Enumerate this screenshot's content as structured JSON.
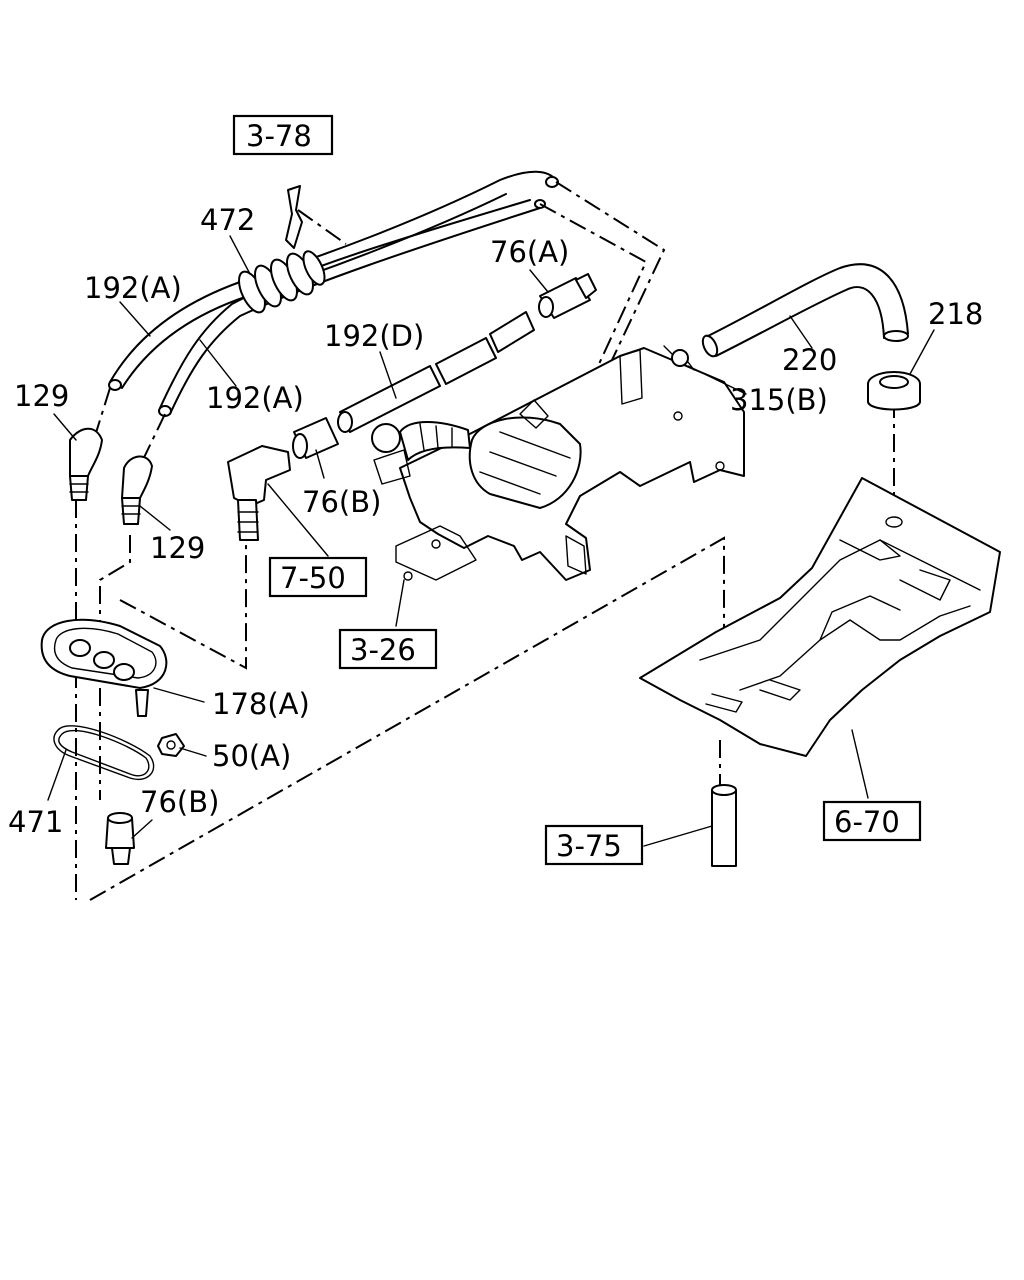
{
  "refs": {
    "r3_78": "3-78",
    "r7_50": "7-50",
    "r3_26": "3-26",
    "r6_70": "6-70",
    "r3_75": "3-75"
  },
  "parts": {
    "p472": "472",
    "p192a_top": "192(A)",
    "p192a_mid": "192(A)",
    "p76a": "76(A)",
    "p192d": "192(D)",
    "p129_left": "129",
    "p129_right": "129",
    "p76b_mid": "76(B)",
    "p220": "220",
    "p218": "218",
    "p315b": "315(B)",
    "p178a": "178(A)",
    "p50a": "50(A)",
    "p76b_low": "76(B)",
    "p471": "471"
  }
}
